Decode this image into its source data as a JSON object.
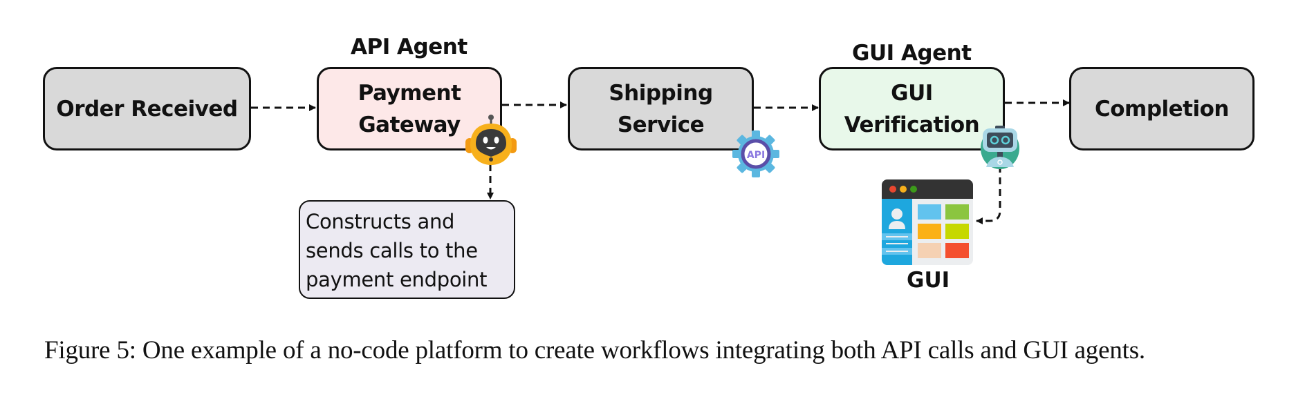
{
  "diagram": {
    "nodes": [
      {
        "id": "order-received",
        "lines": [
          "Order Received"
        ],
        "fill": "#d9d9d9"
      },
      {
        "id": "payment-gateway",
        "lines": [
          "Payment",
          "Gateway"
        ],
        "fill": "#fde8e8"
      },
      {
        "id": "shipping-service",
        "lines": [
          "Shipping",
          "Service"
        ],
        "fill": "#d9d9d9"
      },
      {
        "id": "gui-verification",
        "lines": [
          "GUI",
          "Verification"
        ],
        "fill": "#e8f8ea"
      },
      {
        "id": "completion",
        "lines": [
          "Completion"
        ],
        "fill": "#d9d9d9"
      }
    ],
    "agent_labels": {
      "api_agent": "API Agent",
      "gui_agent": "GUI Agent"
    },
    "note": {
      "lines": [
        "Constructs and",
        "sends calls to the",
        "payment endpoint"
      ]
    },
    "gui_icon_label": "GUI",
    "api_badge_text": "API",
    "edges": [
      {
        "from": "order-received",
        "to": "payment-gateway",
        "style": "dashed"
      },
      {
        "from": "payment-gateway",
        "to": "shipping-service",
        "style": "dashed"
      },
      {
        "from": "shipping-service",
        "to": "gui-verification",
        "style": "dashed"
      },
      {
        "from": "gui-verification",
        "to": "completion",
        "style": "dashed"
      },
      {
        "from": "payment-gateway",
        "to": "note",
        "style": "dashed"
      },
      {
        "from": "gui-verification",
        "to": "gui-icon",
        "style": "dashed"
      }
    ],
    "icons": {
      "api_agent": "robot-icon",
      "shipping": "api-gear-icon",
      "gui_agent": "gui-robot-icon",
      "gui": "app-window-icon"
    },
    "colors": {
      "robot_yellow": "#f7b01c",
      "robot_face": "#3a3a3a",
      "gear_blue": "#5bb7e0",
      "gear_ring": "#5a4ea8",
      "gui_robot_teal": "#3aaa8f",
      "gui_robot_light": "#a9d7e6"
    }
  },
  "caption": "Figure 5: One example of a no-code platform to create workflows integrating both API calls and GUI agents."
}
